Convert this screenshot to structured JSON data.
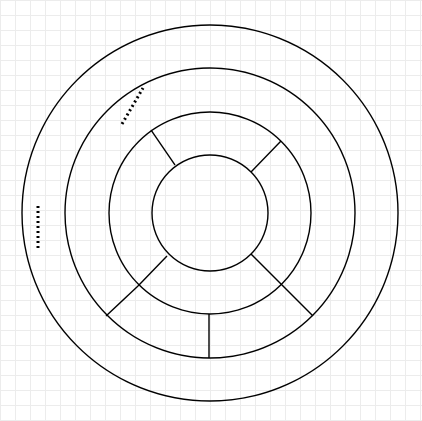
{
  "diagram": {
    "kind": "concentric-ring-maze",
    "rings": 4,
    "line_color": "#000000",
    "background": "grid",
    "grid_color": "#ececec",
    "markers": [
      {
        "name": "entry-marker",
        "style": "dotted"
      },
      {
        "name": "exit-marker",
        "style": "dotted"
      }
    ]
  }
}
